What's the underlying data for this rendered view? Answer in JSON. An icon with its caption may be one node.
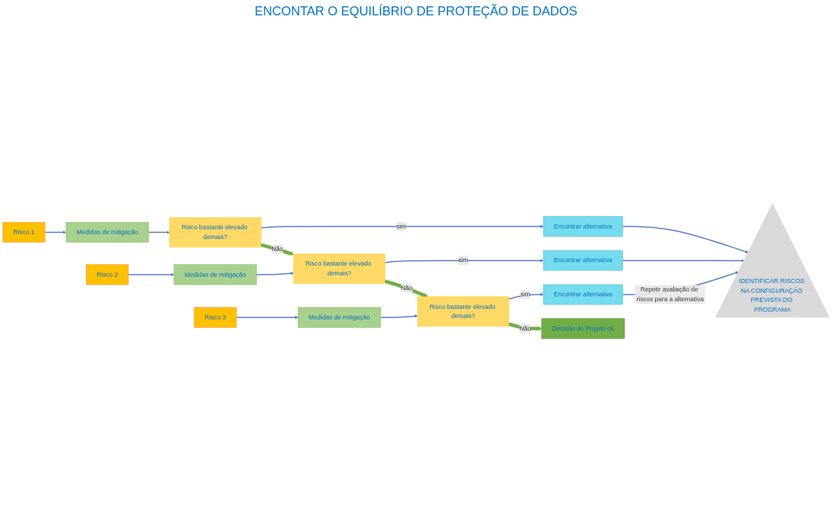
{
  "diagram": {
    "title": "ENCONTAR O EQUILÍBRIO DE PROTEÇÃO DE DADOS",
    "nodes": [
      {
        "text": [
          "IDENTIFICAR RISCOS NA CONFIGURAÇÃO PREVISTA DO PROGRAMA"
        ]
      },
      {
        "text": [
          "Risco 1"
        ]
      },
      {
        "text": [
          "Medidas de mitigação"
        ]
      },
      {
        "text": [
          "Risco bastante elevado demais?"
        ]
      },
      {
        "text": [
          "Encontrar alternativa"
        ]
      },
      {
        "text": [
          "Risco 2"
        ]
      },
      {
        "text": [
          "Medidas de mitigação"
        ]
      },
      {
        "text": [
          "Risco bastante elevado demais?"
        ]
      },
      {
        "text": [
          "Encontrar alternativa"
        ]
      },
      {
        "text": [
          "Risco 3"
        ]
      },
      {
        "text": [
          "Medidas de mitigação"
        ]
      },
      {
        "text": [
          "Risco bastante elevado demais?"
        ]
      },
      {
        "text": [
          "Encontrar alternativa"
        ]
      },
      {
        "text": [
          "Decisão do Projeto ok"
        ]
      }
    ],
    "edges": [
      {
        "from": 1,
        "to": 2,
        "arrow": "to"
      },
      {
        "from": 2,
        "to": 3,
        "arrow": "to"
      },
      {
        "from": 3,
        "to": 4,
        "arrow": "to",
        "label": "sim"
      },
      {
        "from": 3,
        "to": 7,
        "arrow": "to",
        "label": "Não",
        "style": "thick",
        "color": "#70ad47"
      },
      {
        "from": 5,
        "to": 6,
        "arrow": "to"
      },
      {
        "from": 6,
        "to": 7,
        "arrow": "to"
      },
      {
        "from": 7,
        "to": 8,
        "arrow": "to",
        "label": "sim"
      },
      {
        "from": 7,
        "to": 11,
        "arrow": "to",
        "label": "Não",
        "style": "thick",
        "color": "#70ad47"
      },
      {
        "from": 9,
        "to": 10,
        "arrow": "to"
      },
      {
        "from": 10,
        "to": 11,
        "arrow": "to"
      },
      {
        "from": 11,
        "to": 12,
        "arrow": "to",
        "label": "sim"
      },
      {
        "from": 11,
        "to": 13,
        "arrow": "to",
        "label": "Não",
        "style": "thick",
        "color": "#70ad47"
      },
      {
        "from": 4,
        "to": 0,
        "arrow": "to"
      },
      {
        "from": 8,
        "to": 0,
        "arrow": "to"
      },
      {
        "from": 12,
        "to": 0,
        "arrow": "to",
        "label": "Repetir avaliação de riscos para a alternativa"
      }
    ]
  }
}
